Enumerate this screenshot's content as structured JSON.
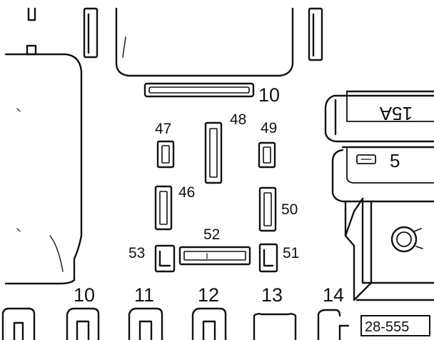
{
  "figure_id": "28-555",
  "fuses": [
    {
      "rating": "15A"
    },
    {
      "rating": "5"
    }
  ],
  "terminal_labels": {
    "t10_top": "10",
    "t47": "47",
    "t48": "48",
    "t49": "49",
    "t46": "46",
    "t50": "50",
    "t52": "52",
    "t53": "53",
    "t51": "51"
  },
  "bottom_connectors": [
    "10",
    "11",
    "12",
    "13",
    "14"
  ],
  "colors": {
    "line": "#111111",
    "background": "#ffffff"
  }
}
